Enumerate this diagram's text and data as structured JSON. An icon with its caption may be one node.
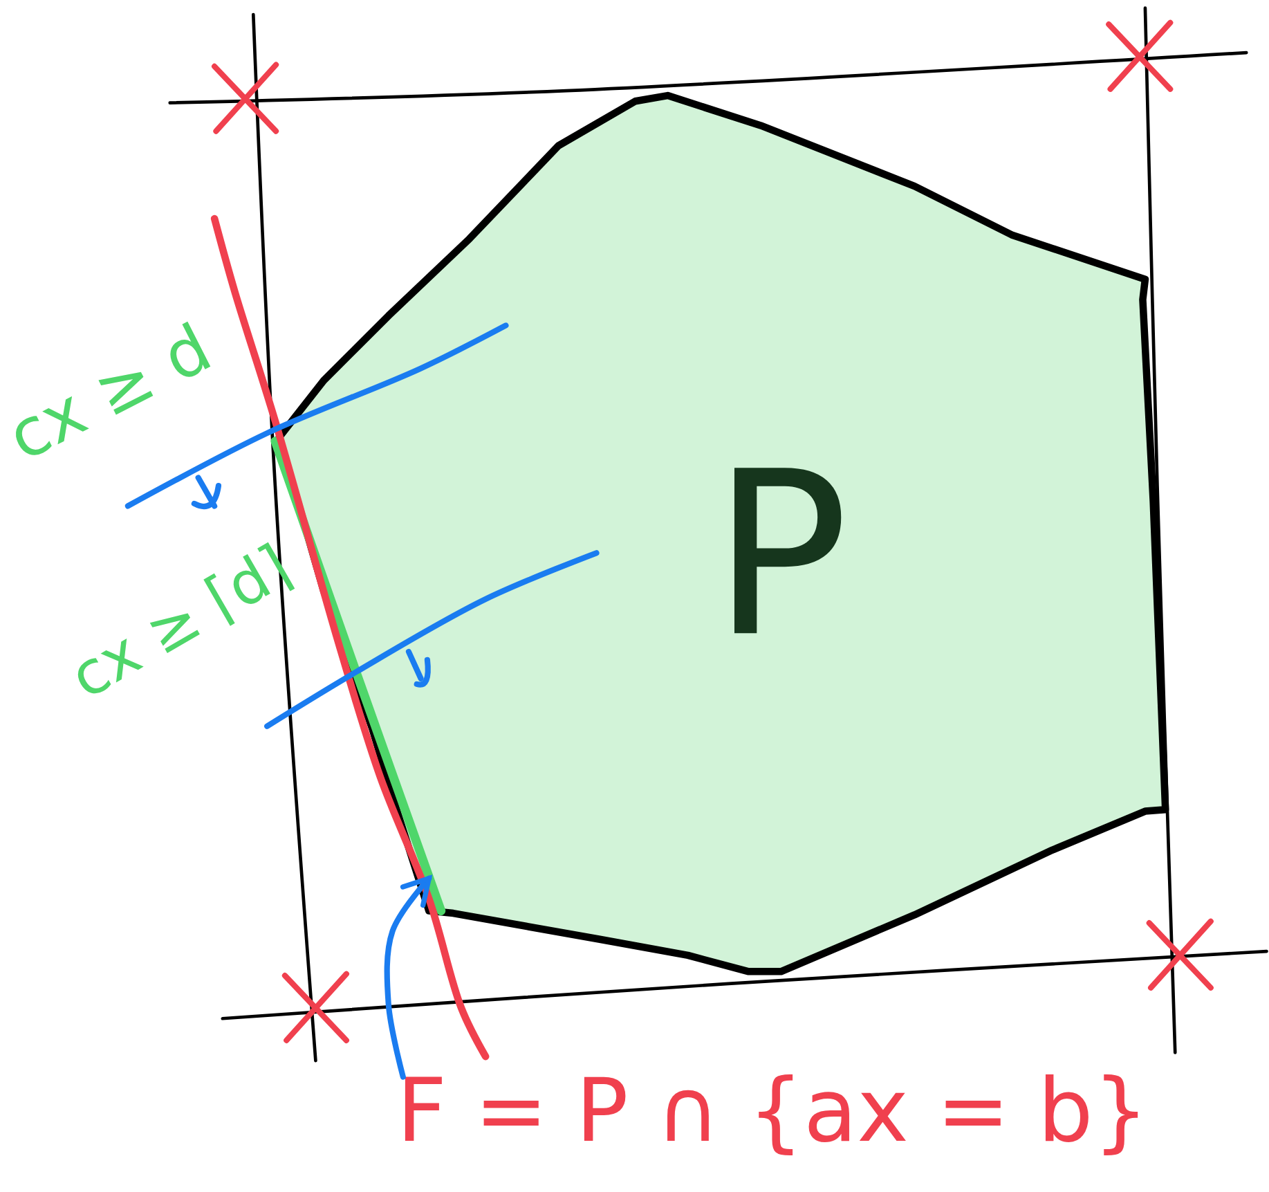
{
  "diagram": {
    "nodes": [
      {
        "text": [
          "P"
        ]
      },
      {
        "text": [
          "F = P ∩ {ax = b}"
        ]
      },
      {
        "text": [],
        "shape": "line",
        "in": 0
      }
    ],
    "edges": [
      {
        "from": 1,
        "to": 2,
        "arrow": "to"
      }
    ],
    "labels": [
      "cx ≥ d",
      "cx ≥ ⌈d⌉"
    ]
  }
}
